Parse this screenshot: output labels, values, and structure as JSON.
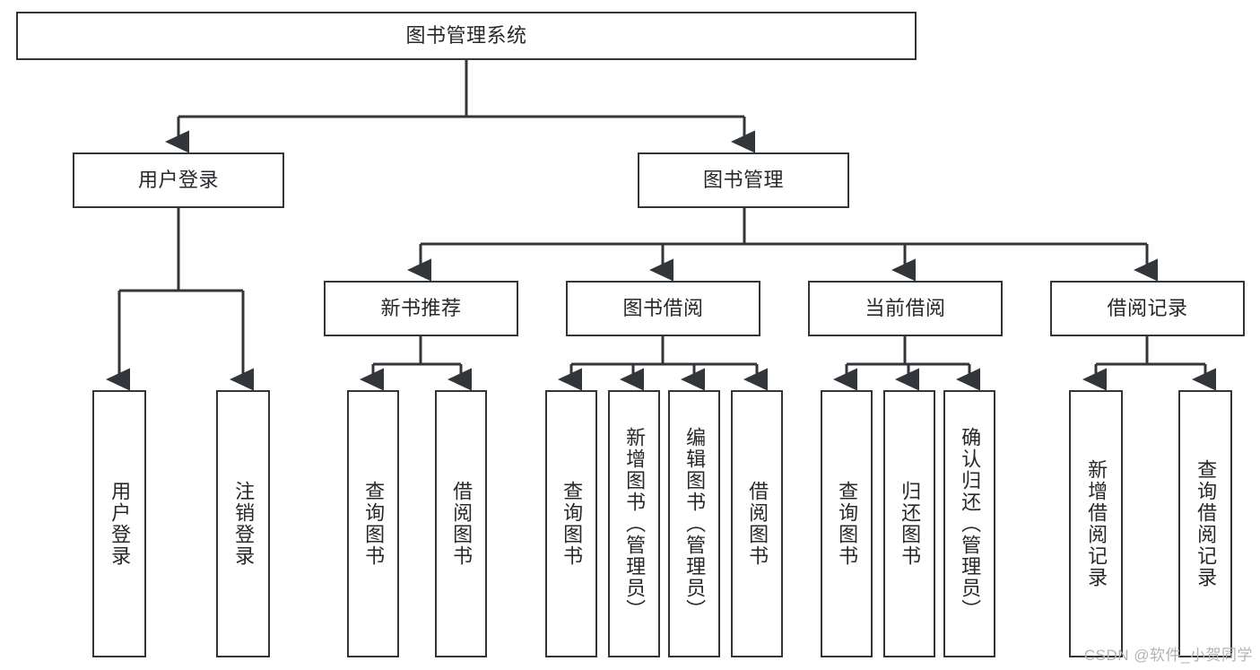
{
  "diagram": {
    "title_node": {
      "id": "root",
      "label": "图书管理系统"
    },
    "level2": [
      {
        "id": "user-login",
        "label": "用户登录"
      },
      {
        "id": "book-management",
        "label": "图书管理"
      }
    ],
    "level3": [
      {
        "id": "new-book-recommend",
        "label": "新书推荐"
      },
      {
        "id": "book-borrow",
        "label": "图书借阅"
      },
      {
        "id": "current-borrow",
        "label": "当前借阅"
      },
      {
        "id": "borrow-record",
        "label": "借阅记录"
      }
    ],
    "leaves": [
      {
        "id": "leaf-user-login",
        "label": "用户登录",
        "parent": "user-login"
      },
      {
        "id": "leaf-logout-login",
        "label": "注销登录",
        "parent": "user-login"
      },
      {
        "id": "leaf-query-book-1",
        "label": "查询图书",
        "parent": "new-book-recommend"
      },
      {
        "id": "leaf-borrow-book-1",
        "label": "借阅图书",
        "parent": "new-book-recommend"
      },
      {
        "id": "leaf-query-book-2",
        "label": "查询图书",
        "parent": "book-borrow"
      },
      {
        "id": "leaf-add-book",
        "label": "新增图书（管理员）",
        "parent": "book-borrow"
      },
      {
        "id": "leaf-edit-book",
        "label": "编辑图书（管理员）",
        "parent": "book-borrow"
      },
      {
        "id": "leaf-borrow-book-2",
        "label": "借阅图书",
        "parent": "book-borrow"
      },
      {
        "id": "leaf-query-book-3",
        "label": "查询图书",
        "parent": "current-borrow"
      },
      {
        "id": "leaf-return-book",
        "label": "归还图书",
        "parent": "current-borrow"
      },
      {
        "id": "leaf-confirm-return",
        "label": "确认归还（管理员）",
        "parent": "current-borrow"
      },
      {
        "id": "leaf-add-borrow-record",
        "label": "新增借阅记录",
        "parent": "borrow-record"
      },
      {
        "id": "leaf-query-borrow-record",
        "label": "查询借阅记录",
        "parent": "borrow-record"
      }
    ],
    "colors": {
      "stroke": "#32363a",
      "box_fill": "#ffffff",
      "text": "#27282b",
      "watermark": "#b3b3b3",
      "background": "#ffffff"
    }
  },
  "watermark": {
    "text": "CSDN @软件_小贺同学"
  }
}
